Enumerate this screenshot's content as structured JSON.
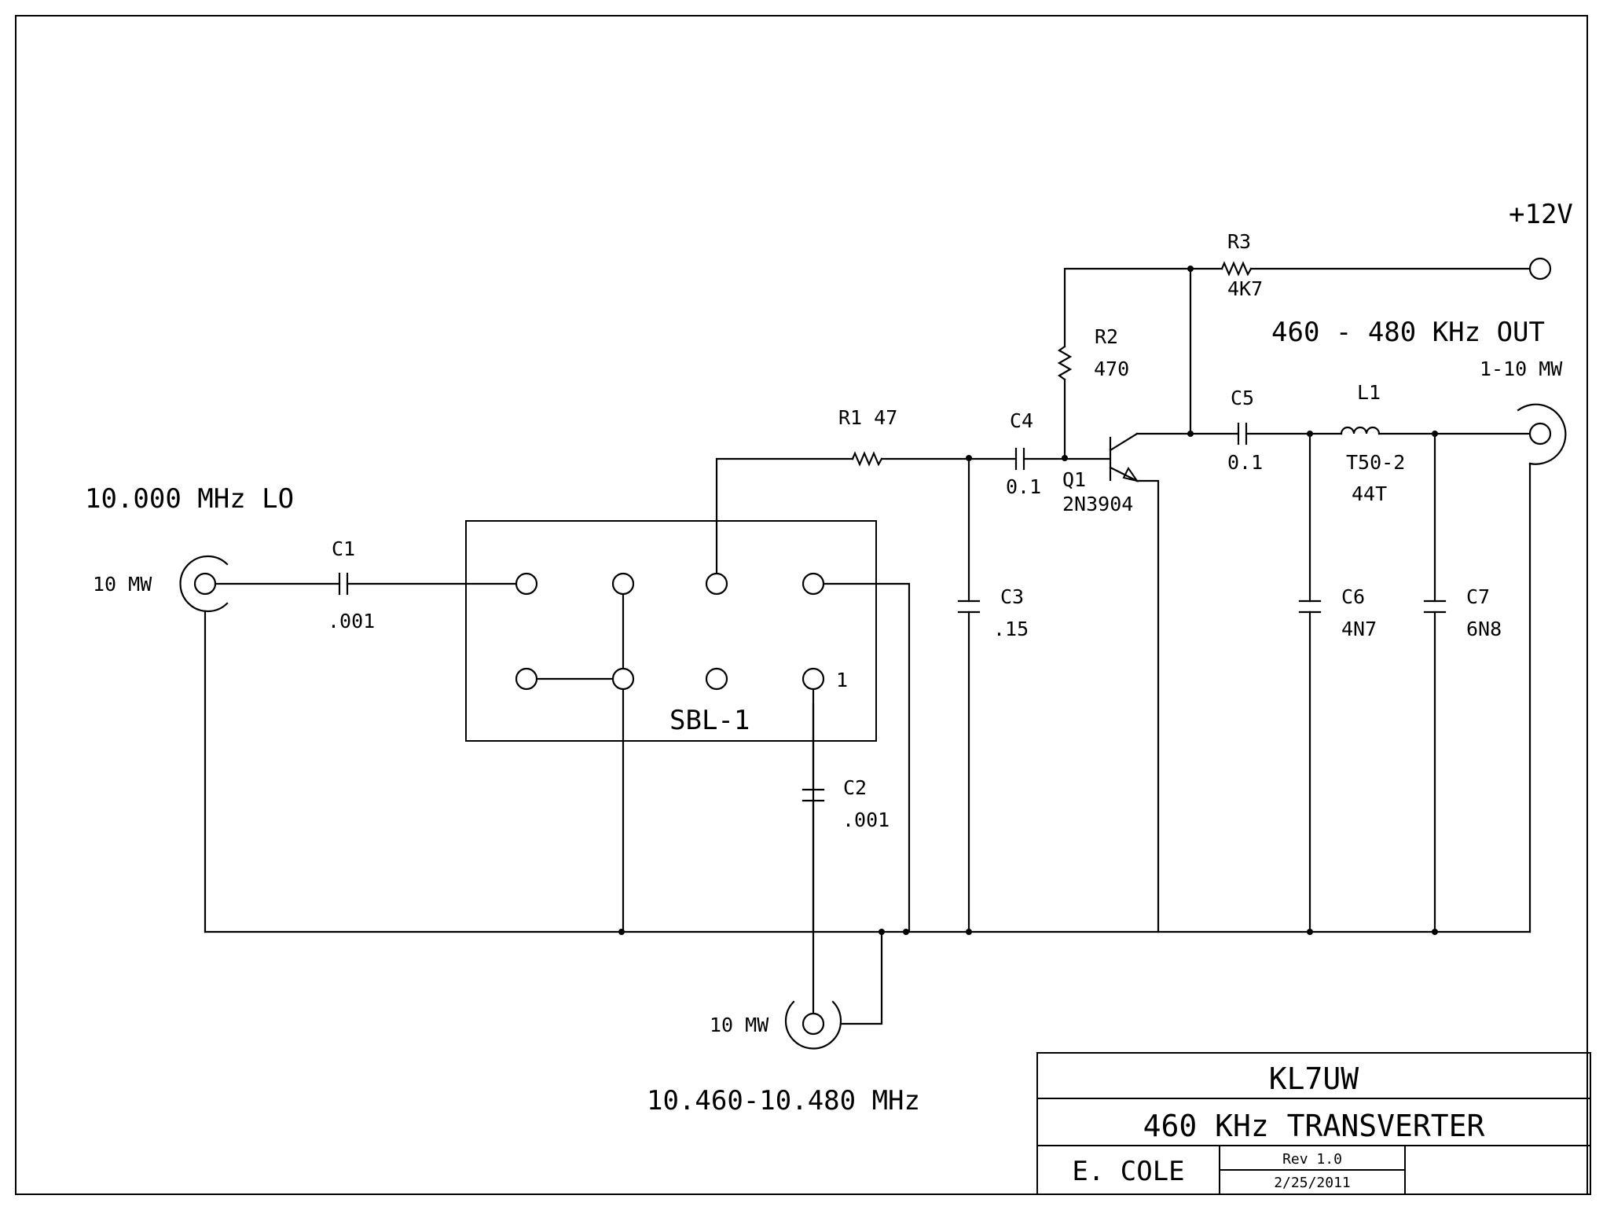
{
  "title_block": {
    "designator": "KL7UW",
    "title": "460 KHz TRANSVERTER",
    "author": "E. COLE",
    "revision": "Rev 1.0",
    "date": "2/25/2011"
  },
  "labels": {
    "lo_input": "10.000 MHz LO",
    "lo_power": "10 MW",
    "rf_input": "10.460-10.480 MHz",
    "rf_power": "10 MW",
    "output": "460 - 480 KHz OUT",
    "output_power": "1-10 MW",
    "supply": "+12V"
  },
  "mixer": {
    "name": "SBL-1",
    "pin1": "1"
  },
  "components": {
    "C1": {
      "ref": "C1",
      "value": ".001"
    },
    "C2": {
      "ref": "C2",
      "value": ".001"
    },
    "C3": {
      "ref": "C3",
      "value": ".15"
    },
    "C4": {
      "ref": "C4",
      "value": "0.1"
    },
    "C5": {
      "ref": "C5",
      "value": "0.1"
    },
    "C6": {
      "ref": "C6",
      "value": "4N7"
    },
    "C7": {
      "ref": "C7",
      "value": "6N8"
    },
    "R1": {
      "label": "R1 47"
    },
    "R2": {
      "ref": "R2",
      "value": "470"
    },
    "R3": {
      "ref": "R3",
      "value": "4K7"
    },
    "Q1": {
      "ref": "Q1",
      "part": "2N3904"
    },
    "L1": {
      "ref": "L1",
      "core": "T50-2",
      "turns": "44T"
    }
  }
}
